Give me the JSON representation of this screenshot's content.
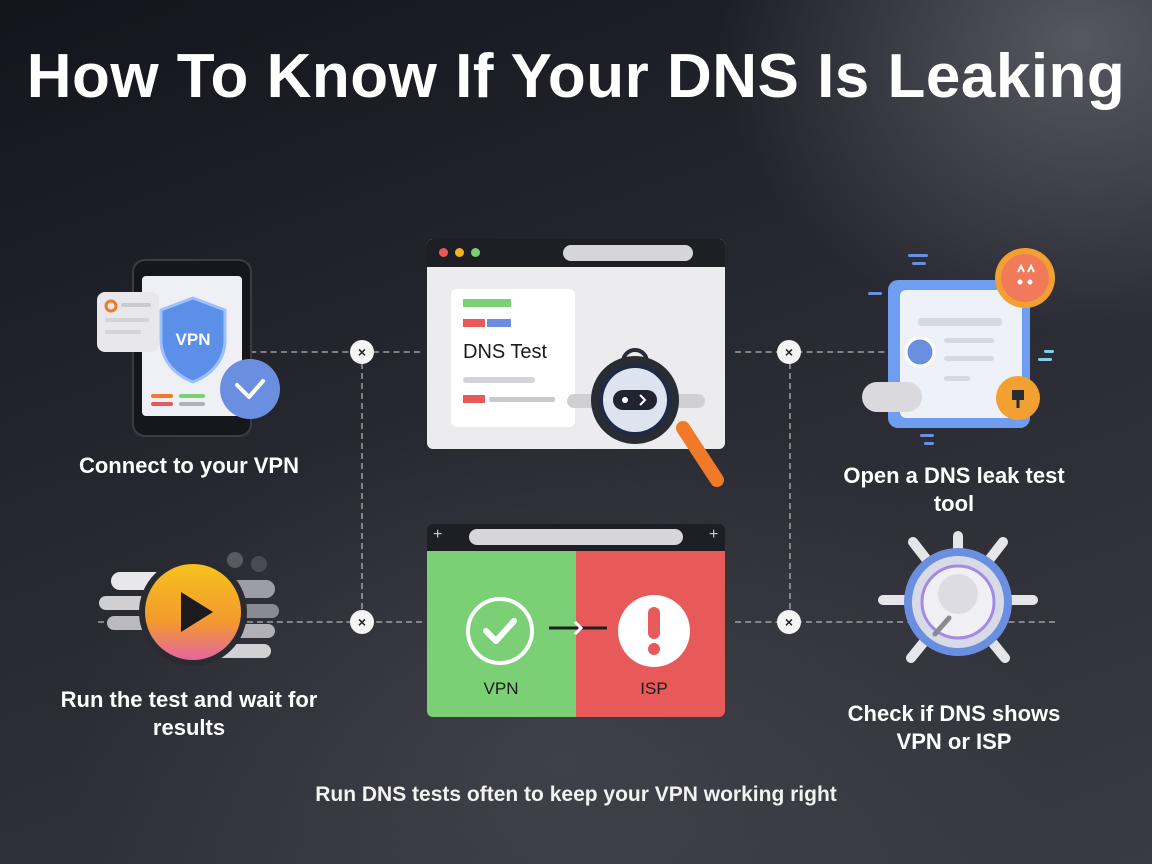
{
  "title": "How To Know If Your DNS Is Leaking",
  "steps": [
    {
      "label": "Connect to your VPN"
    },
    {
      "label": "Open a DNS leak test tool"
    },
    {
      "label": "Run the test and wait for results"
    },
    {
      "label": "Check if DNS shows VPN or ISP"
    }
  ],
  "phone_badge": "VPN",
  "browser_test_label": "DNS Test",
  "result_left_label": "VPN",
  "result_right_label": "ISP",
  "footer": "Run DNS tests often to keep your VPN working right",
  "connector_symbol": "×",
  "colors": {
    "vpn_green": "#7bd075",
    "isp_red": "#e85a5a",
    "shield_blue": "#5b8fe8",
    "play_orange": "#f3b31c",
    "accent_orange": "#f07a2a"
  }
}
